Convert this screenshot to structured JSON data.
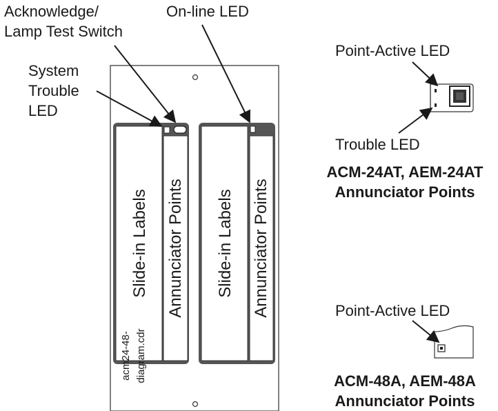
{
  "labels": {
    "ack_switch": "Acknowledge/\nLamp Test Switch",
    "online_led": "On-line LED",
    "system_trouble_led": "System\nTrouble\nLED",
    "point_active_led_24": "Point-Active LED",
    "trouble_led": "Trouble LED",
    "point_active_led_48": "Point-Active LED"
  },
  "panel": {
    "slot_left": {
      "slide_in": "Slide-in Labels",
      "points": "Annunciator Points"
    },
    "slot_right": {
      "slide_in": "Slide-in Labels",
      "points": "Annunciator Points"
    }
  },
  "captions": {
    "acm24": "ACM-24AT, AEM-24AT\nAnnunciator Points",
    "acm48": "ACM-48A, AEM-48A\nAnnunciator Points"
  },
  "filename": "acm24-48-diagram.cdr"
}
